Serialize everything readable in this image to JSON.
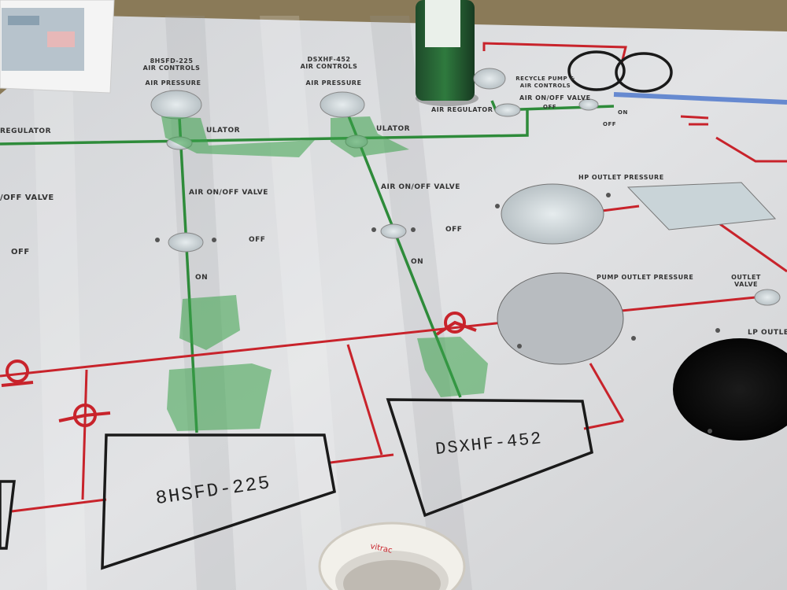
{
  "panel": {
    "top_left_header": {
      "line1": "8HSFD-225",
      "line2": "AIR CONTROLS"
    },
    "top_mid_header": {
      "line1": "DSXHF-452",
      "line2": "AIR CONTROLS"
    },
    "top_right_header": {
      "line1": "RECYCLE PUMP &",
      "line2": "AIR CONTROLS"
    },
    "air_pressure_left": "AIR PRESSURE",
    "air_pressure_mid": "AIR PRESSURE",
    "regulator_far_left": "REGULATOR",
    "regulator_left": "ULATOR",
    "regulator_mid": "ULATOR",
    "air_regulator_right": "AIR REGULATOR",
    "valve_far_left": "/OFF VALVE",
    "valve_left": "AIR ON/OFF VALVE",
    "valve_mid": "AIR ON/OFF VALVE",
    "valve_right": "AIR ON/OFF VALVE",
    "off_far_left": "OFF",
    "off_left": "OFF",
    "off_mid": "OFF",
    "off_right": "OFF",
    "on_left": "ON",
    "on_mid": "ON",
    "on_right": "ON",
    "hp_outlet": "HP OUTLET PRESSURE",
    "pump_outlet": "PUMP OUTLET PRESSURE",
    "outlet_valve": {
      "line1": "OUTLET",
      "line2": "VALVE"
    },
    "lp_outlet": "LP OUTLE",
    "pump_left": "8HSFD-225",
    "pump_mid": "DSXHF-452",
    "tape_text": "vitrac"
  },
  "colors": {
    "panel": "#dcdde0",
    "red_line": "#c8232b",
    "green_line": "#2e8b3a",
    "black_line": "#1a1a1a",
    "tape_green": "#3aa24a"
  }
}
